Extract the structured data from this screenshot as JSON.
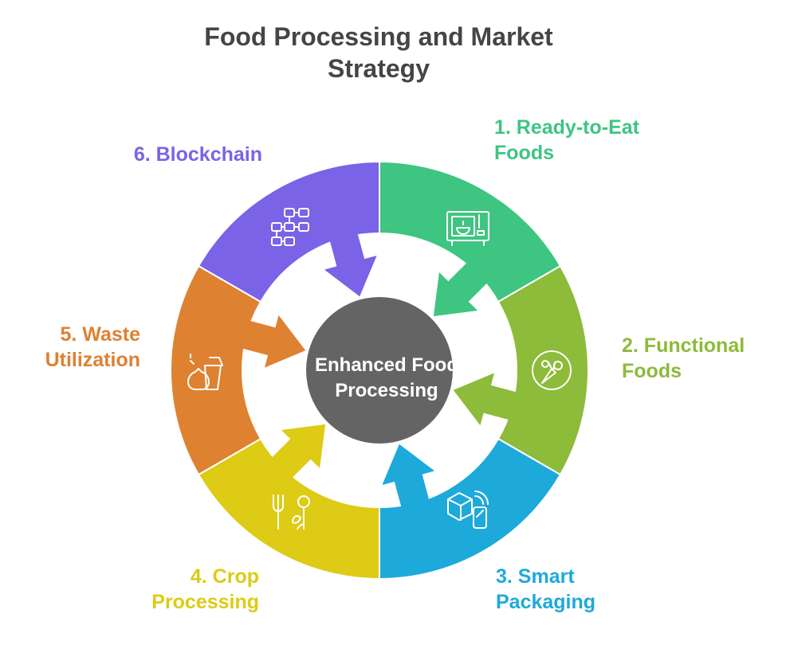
{
  "title": {
    "line1": "Food Processing and Market",
    "line2": "Strategy"
  },
  "center": {
    "line1": "Enhanced Food",
    "line2": "Processing",
    "color": "#646464"
  },
  "segments": [
    {
      "line1": "1. Ready-to-Eat",
      "line2": "Foods",
      "color": "#3EC581",
      "icon": "microwave-icon"
    },
    {
      "line1": "2. Functional",
      "line2": "Foods",
      "color": "#8DBB3A",
      "icon": "vegetable-icon"
    },
    {
      "line1": "3. Smart",
      "line2": "Packaging",
      "color": "#1EA9DB",
      "icon": "smart-package-icon"
    },
    {
      "line1": "4. Crop",
      "line2": "Processing",
      "color": "#DDCB15",
      "icon": "crop-icon"
    },
    {
      "line1": "5. Waste",
      "line2": "Utilization",
      "color": "#DE8131",
      "icon": "waste-bag-icon"
    },
    {
      "line1": "6. Blockchain",
      "line2": "",
      "color": "#7A63E6",
      "icon": "blockchain-icon"
    }
  ]
}
